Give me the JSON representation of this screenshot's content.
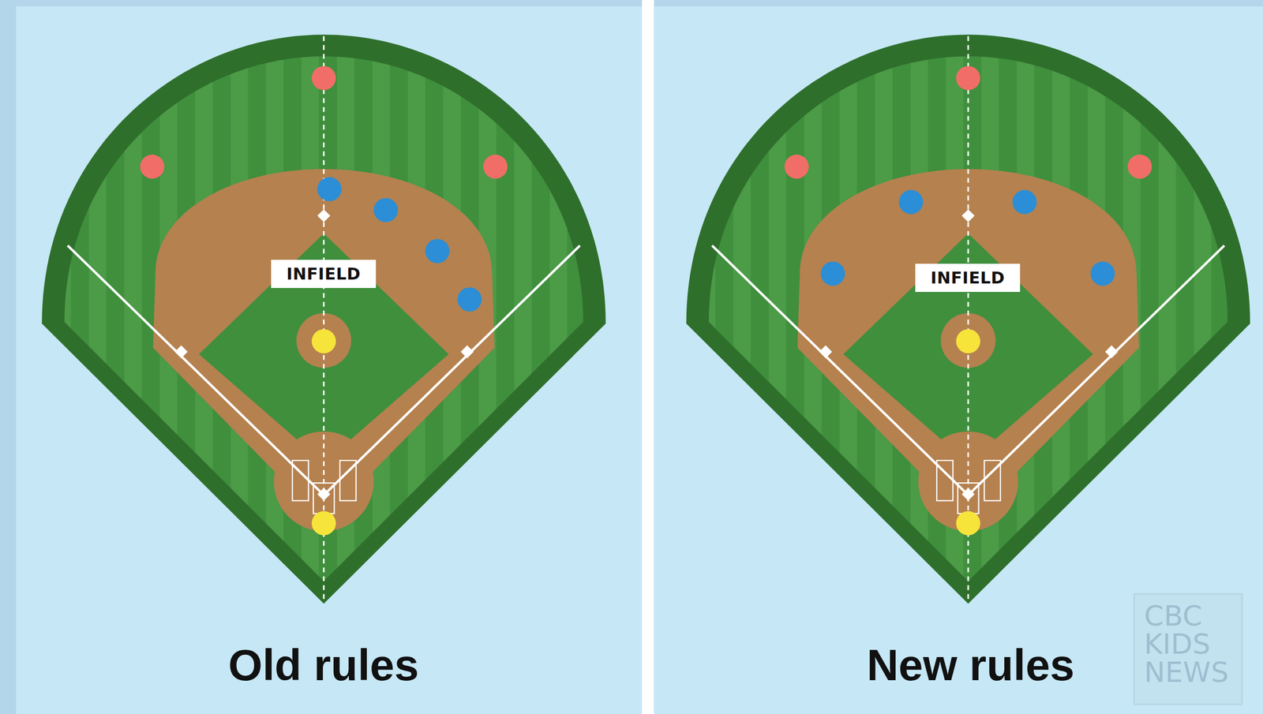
{
  "diagram": {
    "nodes": [
      {
        "text": [
          "INFIELD"
        ]
      },
      {
        "text": [
          "INFIELD"
        ]
      }
    ],
    "labels": [
      "Old rules",
      "New rules",
      "CBC KIDS NEWS"
    ]
  }
}
